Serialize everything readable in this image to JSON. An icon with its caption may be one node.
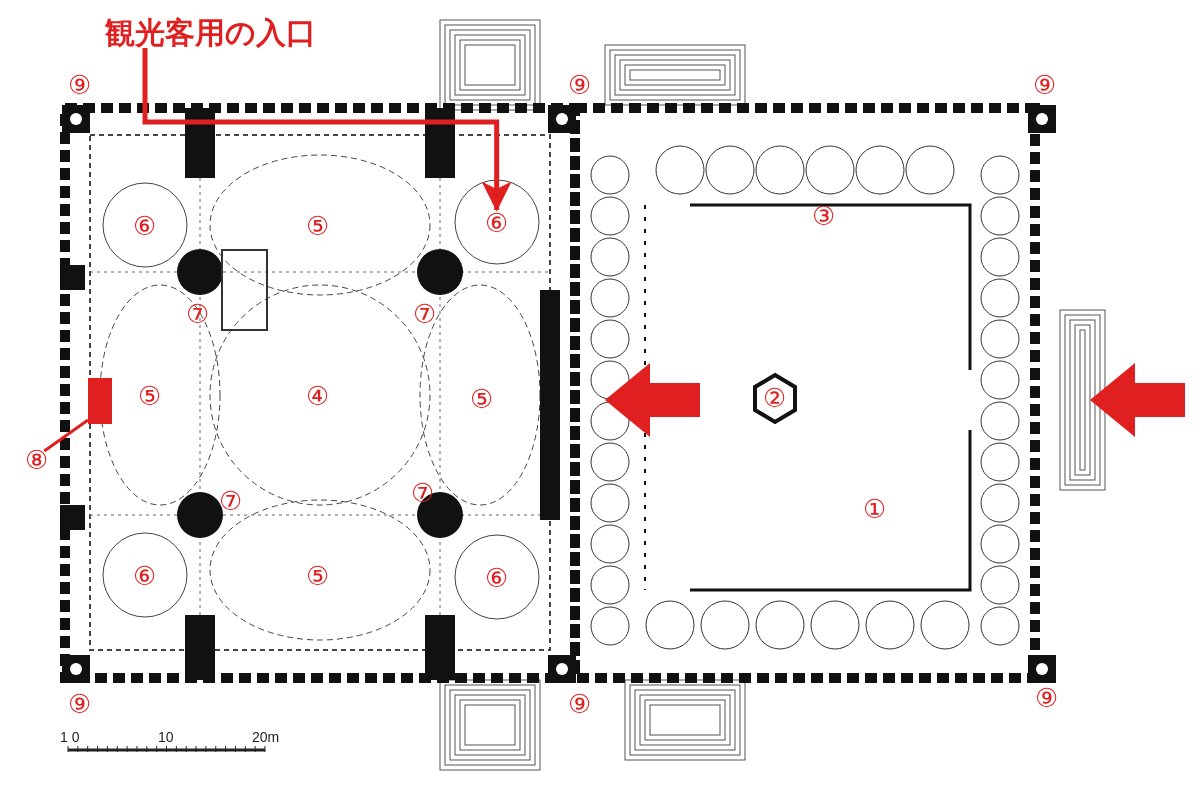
{
  "diagram": {
    "nodes": [
      {
        "text": [
          "観光客用の入口"
        ]
      },
      {
        "text": [
          "⑥"
        ]
      },
      {
        "text": [
          "⑧"
        ]
      },
      {
        "text": [],
        "shape": "box"
      }
    ],
    "edges": [
      {
        "from": 0,
        "to": 1,
        "arrow": "to"
      },
      {
        "from": 2,
        "to": 3,
        "arrow": "none"
      }
    ],
    "labels": [
      "⑨",
      "⑨",
      "⑨",
      "③",
      "⑥",
      "⑤",
      "⑦",
      "⑦",
      "⑤",
      "④",
      "⑤",
      "②",
      "⑦",
      "⑦",
      "①",
      "⑥",
      "⑤",
      "⑥",
      "⑨",
      "⑨",
      "⑨",
      "1 0",
      "10",
      "20m"
    ]
  }
}
